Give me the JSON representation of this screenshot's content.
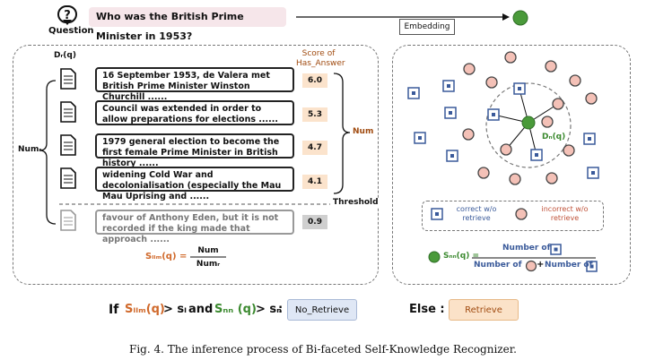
{
  "question": {
    "label": "Question",
    "text": "Who was the British Prime Minister in 1953?"
  },
  "embedding_label": "Embedding",
  "left_panel": {
    "dr_label": "Dᵣ(q)",
    "score_header": "Score of Has_Answer",
    "num_r_label": "Numᵣ",
    "num_label": "Num",
    "threshold_label": "Threshold",
    "docs": [
      {
        "text": "16 September 1953, de Valera met British Prime Minister Winston Churchill ......",
        "score": "6.0"
      },
      {
        "text": "Council was extended in order to allow preparations for elections ......",
        "score": "5.3"
      },
      {
        "text": "1979 general election to become the first female Prime Minister in British history ......",
        "score": "4.7"
      },
      {
        "text": "widening Cold War and decolonialisation (especially the Mau Mau Uprising and ......",
        "score": "4.1"
      },
      {
        "text": "favour of Anthony Eden, but it is not recorded if the king made that approach ......",
        "score": "0.9"
      }
    ],
    "formula": {
      "lhs": "Sₗₗₘ(q) =",
      "numerator": "Num",
      "denominator": "Numᵣ"
    }
  },
  "right_panel": {
    "dn_label": "Dₙ(q)",
    "legend_correct": "correct w/o retrieve",
    "legend_incorrect": "incorrect w/o retrieve",
    "formula": {
      "lhs": "Sₙₙ(q) =",
      "numerator": "Number of",
      "denominator_a": "Number of",
      "plus": "+",
      "denominator_b": "Number of"
    }
  },
  "decision": {
    "if_text": "If",
    "s_llm": "Sₗₗₘ(q)",
    "gt1": "> sₗ",
    "and_text": "and",
    "s_nn": "Sₙₙ (q)",
    "gt2": "> sₙ",
    "colon": ":",
    "no_retrieve": "No_Retrieve",
    "else_text": "Else :",
    "retrieve": "Retrieve"
  },
  "caption": "Fig. 4.  The inference process of Bi-faceted Self-Knowledge Recognizer.",
  "colors": {
    "orange": "#d0692b",
    "green": "#4a9a3a",
    "blue_square": "#3a5a9a",
    "circle_fill": "#f4c1b7",
    "score_bg": "#fbe3cc"
  }
}
